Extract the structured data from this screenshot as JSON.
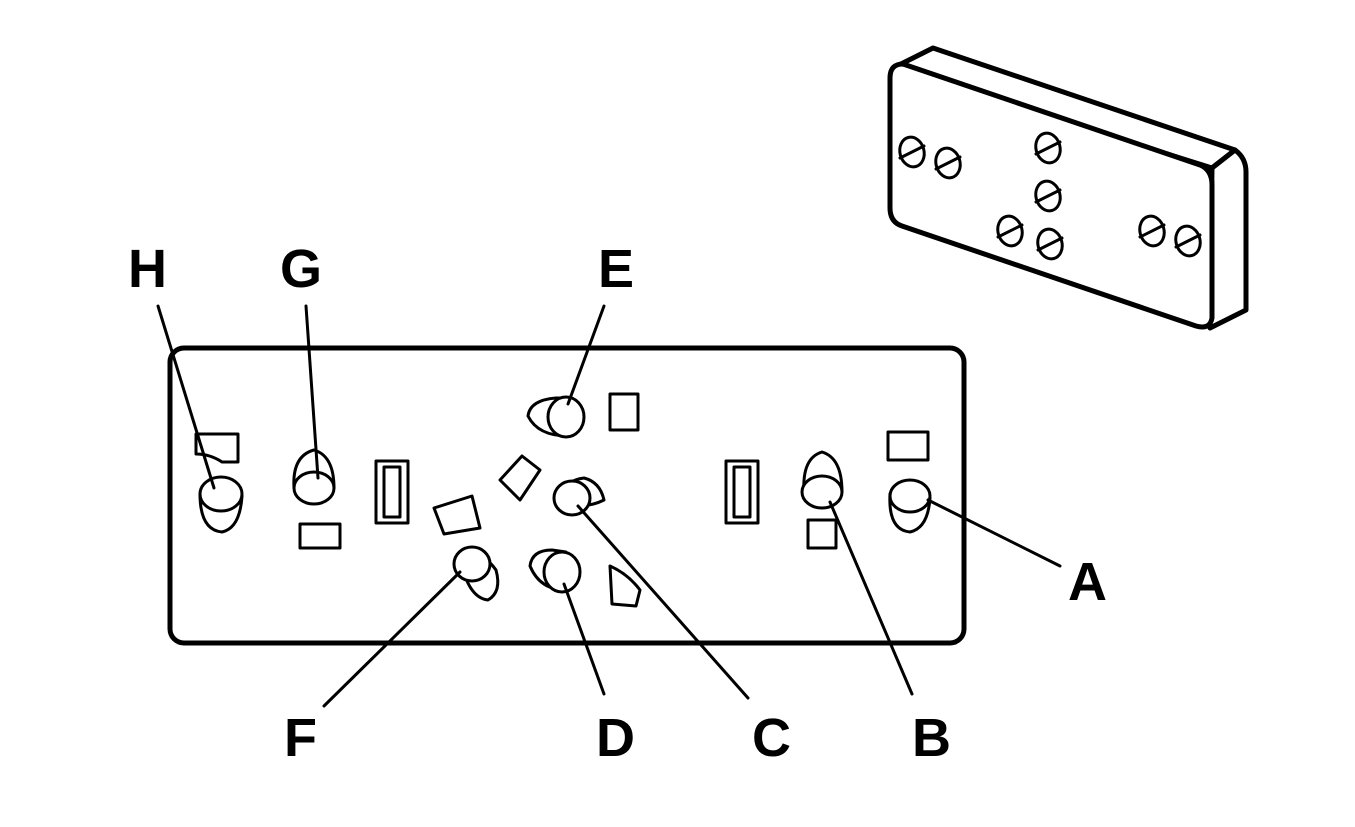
{
  "callouts": {
    "a": "A",
    "b": "B",
    "c": "C",
    "d": "D",
    "e": "E",
    "f": "F",
    "g": "G",
    "h": "H"
  },
  "colors": {
    "line": "#000000",
    "background": "#ffffff"
  }
}
